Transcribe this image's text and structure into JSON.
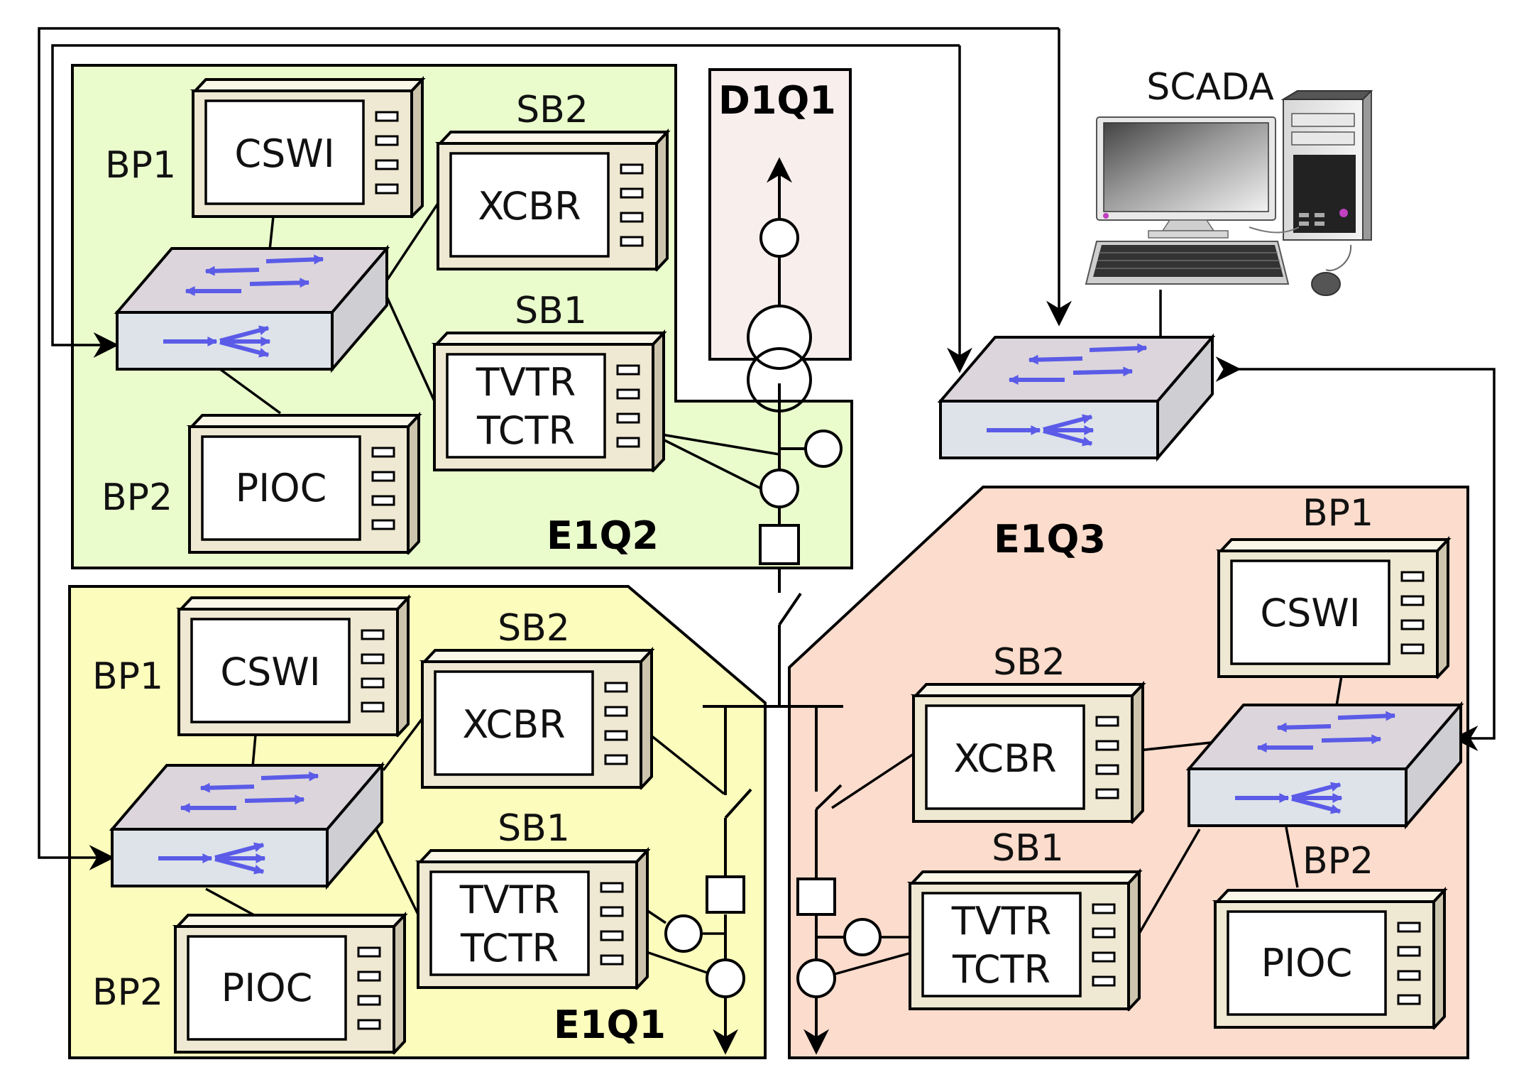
{
  "zones": {
    "e1q2": "E1Q2",
    "d1q1": "D1Q1",
    "e1q1": "E1Q1",
    "e1q3": "E1Q3"
  },
  "devices": {
    "e1q2_bp1": {
      "label": "BP1",
      "function": "CSWI"
    },
    "e1q2_bp2": {
      "label": "BP2",
      "function": "PIOC"
    },
    "e1q2_sb2": {
      "label": "SB2",
      "function": "XCBR"
    },
    "e1q2_sb1": {
      "label": "SB1",
      "line1": "TVTR",
      "line2": "TCTR"
    },
    "e1q1_bp1": {
      "label": "BP1",
      "function": "CSWI"
    },
    "e1q1_bp2": {
      "label": "BP2",
      "function": "PIOC"
    },
    "e1q1_sb2": {
      "label": "SB2",
      "function": "XCBR"
    },
    "e1q1_sb1": {
      "label": "SB1",
      "line1": "TVTR",
      "line2": "TCTR"
    },
    "e1q3_bp1": {
      "label": "BP1",
      "function": "CSWI"
    },
    "e1q3_bp2": {
      "label": "BP2",
      "function": "PIOC"
    },
    "e1q3_sb2": {
      "label": "SB2",
      "function": "XCBR"
    },
    "e1q3_sb1": {
      "label": "SB1",
      "line1": "TVTR",
      "line2": "TCTR"
    }
  },
  "scada": {
    "label": "SCADA"
  },
  "colors": {
    "e1q2_fill": "#eafccc",
    "e1q1_fill": "#fcfcbc",
    "e1q3_fill": "#fcdccc",
    "d1q1_fill": "#f8eeec",
    "device_body": "#efe8d2",
    "switch_top": "#dcd6dc",
    "switch_front": "#dde3e8",
    "arrow": "#5b5be8"
  },
  "icons": {
    "ethernet_switch": "network-switch-icon",
    "scada": "desktop-computer-icon"
  }
}
